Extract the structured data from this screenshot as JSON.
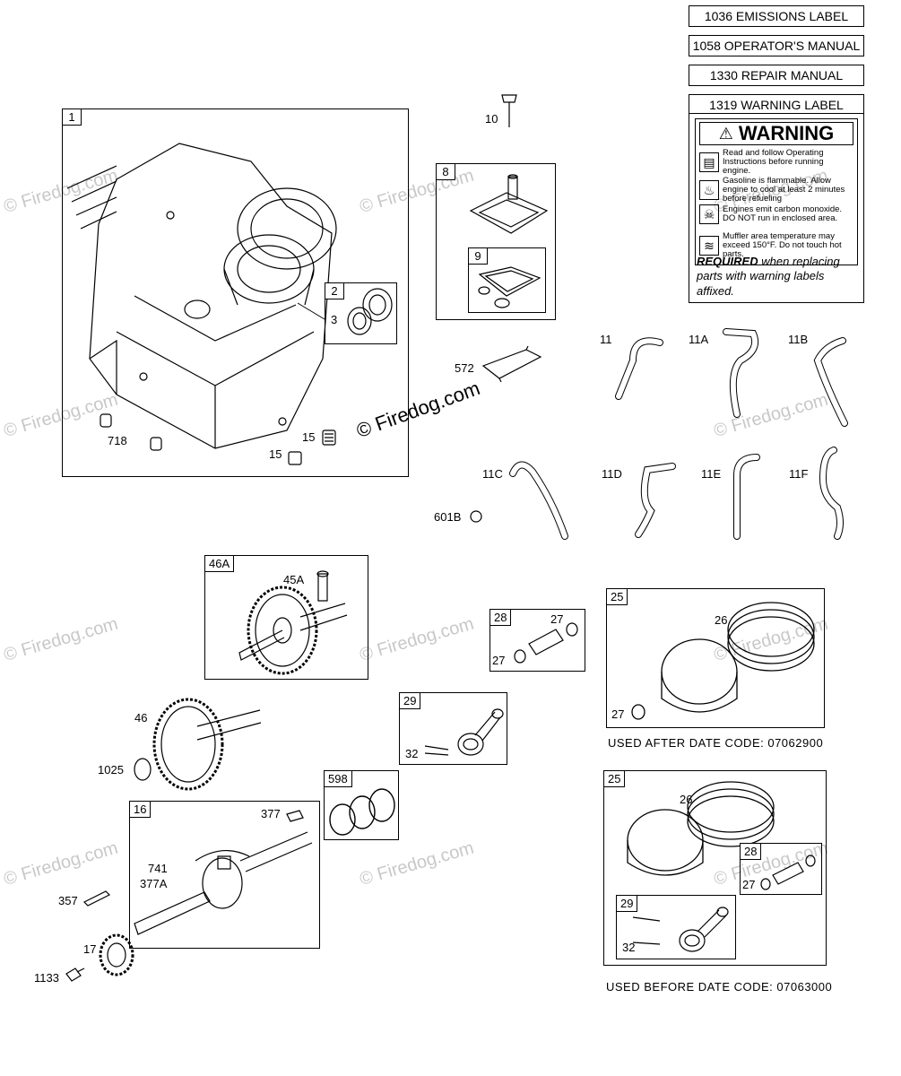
{
  "documents": {
    "emissions_label": "1036 EMISSIONS LABEL",
    "operators_manual": "1058 OPERATOR'S MANUAL",
    "repair_manual": "1330 REPAIR MANUAL",
    "warning_label_title": "1319 WARNING LABEL"
  },
  "warning_label": {
    "heading": "WARNING",
    "rows": [
      "Read and follow Operating Instructions before running engine.",
      "Gasoline is flammable. Allow engine to cool at least 2 minutes before refueling",
      "Engines emit carbon monoxide. DO NOT run in enclosed area.",
      "Muffler area temperature may exceed 150°F. Do not touch hot parts."
    ],
    "required_bold": "REQUIRED",
    "required_text": " when replacing parts with warning labels affixed."
  },
  "watermark": "© Firedog.com",
  "watermark_center": "© Firedog.com",
  "part_labels": {
    "p1": "1",
    "p2": "2",
    "p3": "3",
    "p718": "718",
    "p15a": "15",
    "p15b": "15",
    "p10": "10",
    "p8": "8",
    "p9": "9",
    "p572": "572",
    "p11": "11",
    "p11a": "11A",
    "p11b": "11B",
    "p11c": "11C",
    "p11d": "11D",
    "p11e": "11E",
    "p11f": "11F",
    "p601b": "601B",
    "p46a": "46A",
    "p45a": "45A",
    "p46": "46",
    "p1025": "1025",
    "p28": "28",
    "p27a": "27",
    "p27b": "27",
    "p29": "29",
    "p32": "32",
    "p598": "598",
    "p16": "16",
    "p377": "377",
    "p741": "741",
    "p377a": "377A",
    "p357": "357",
    "p17": "17",
    "p1133": "1133",
    "p25a": "25",
    "p26a": "26",
    "p27c": "27",
    "p25b": "25",
    "p26b": "26",
    "p28b": "28",
    "p27d": "27",
    "p29b": "29",
    "p32b": "32"
  },
  "notes": {
    "after": "USED AFTER DATE CODE:  07062900",
    "before": "USED BEFORE DATE CODE:  07063000"
  }
}
